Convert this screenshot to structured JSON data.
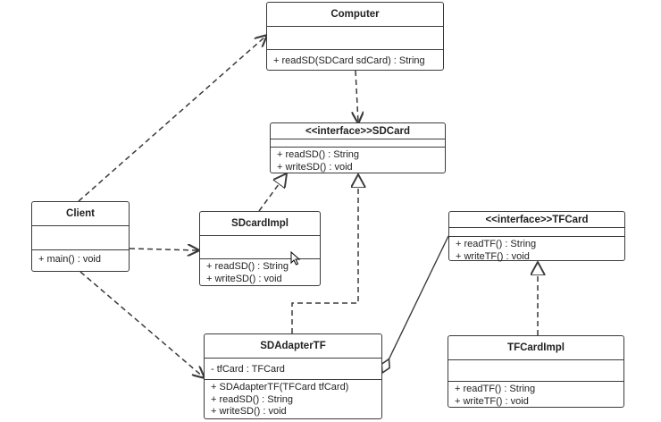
{
  "diagram": {
    "classes": {
      "computer": {
        "name": "Computer",
        "attributes": [],
        "methods": [
          "+ readSD(SDCard sdCard) : String"
        ]
      },
      "sdcard": {
        "name": "<<interface>>SDCard",
        "attributes": [],
        "methods": [
          "+ readSD() : String",
          "+ writeSD() : void"
        ]
      },
      "client": {
        "name": "Client",
        "attributes": [],
        "methods": [
          "+ main() : void"
        ]
      },
      "sdcardimpl": {
        "name": "SDcardImpl",
        "attributes": [],
        "methods": [
          "+ readSD() : String",
          "+ writeSD() : void"
        ]
      },
      "tfcard": {
        "name": "<<interface>>TFCard",
        "attributes": [],
        "methods": [
          "+ readTF() : String",
          "+ writeTF() : void"
        ]
      },
      "sdadaptertf": {
        "name": "SDAdapterTF",
        "attributes": [
          "- tfCard : TFCard"
        ],
        "methods": [
          "+ SDAdapterTF(TFCard tfCard)",
          "+ readSD() : String",
          "+ writeSD() : void"
        ]
      },
      "tfcardimpl": {
        "name": "TFCardImpl",
        "attributes": [],
        "methods": [
          "+ readTF() : String",
          "+ writeTF() : void"
        ]
      }
    },
    "relations": [
      {
        "from": "client",
        "to": "computer",
        "kind": "dependency"
      },
      {
        "from": "client",
        "to": "sdcardimpl",
        "kind": "dependency"
      },
      {
        "from": "client",
        "to": "sdadaptertf",
        "kind": "dependency"
      },
      {
        "from": "computer",
        "to": "sdcard",
        "kind": "dependency"
      },
      {
        "from": "sdcardimpl",
        "to": "sdcard",
        "kind": "realization"
      },
      {
        "from": "sdadaptertf",
        "to": "sdcard",
        "kind": "realization"
      },
      {
        "from": "tfcardimpl",
        "to": "tfcard",
        "kind": "realization"
      },
      {
        "from": "sdadaptertf",
        "to": "tfcard",
        "kind": "aggregation"
      }
    ],
    "colors": {
      "stroke": "#3a3a3a",
      "background": "#ffffff"
    }
  }
}
